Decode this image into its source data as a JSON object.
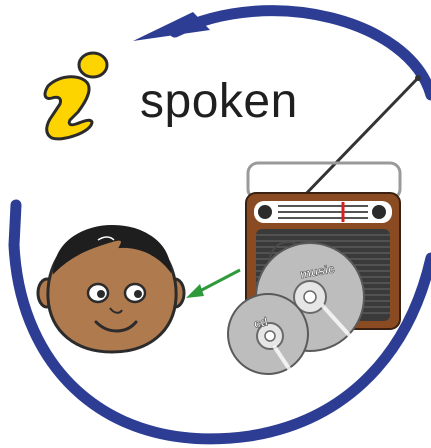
{
  "illustration": {
    "caption": "spoken",
    "disc_labels": [
      "music",
      "cd"
    ],
    "icons": [
      "info-icon",
      "radio-icon",
      "cd-icon",
      "person-face-icon",
      "arrow-left-icon",
      "cycle-arrow-icon"
    ],
    "colors": {
      "cycle_arrow": "#2c3d93",
      "info_yellow": "#fdd400",
      "radio_brown": "#8a4a22",
      "skin": "#b07a4f",
      "green_arrow": "#2f9a3c",
      "disc_gray": "#bdbdbd",
      "tuner_needle": "#d82020"
    }
  }
}
